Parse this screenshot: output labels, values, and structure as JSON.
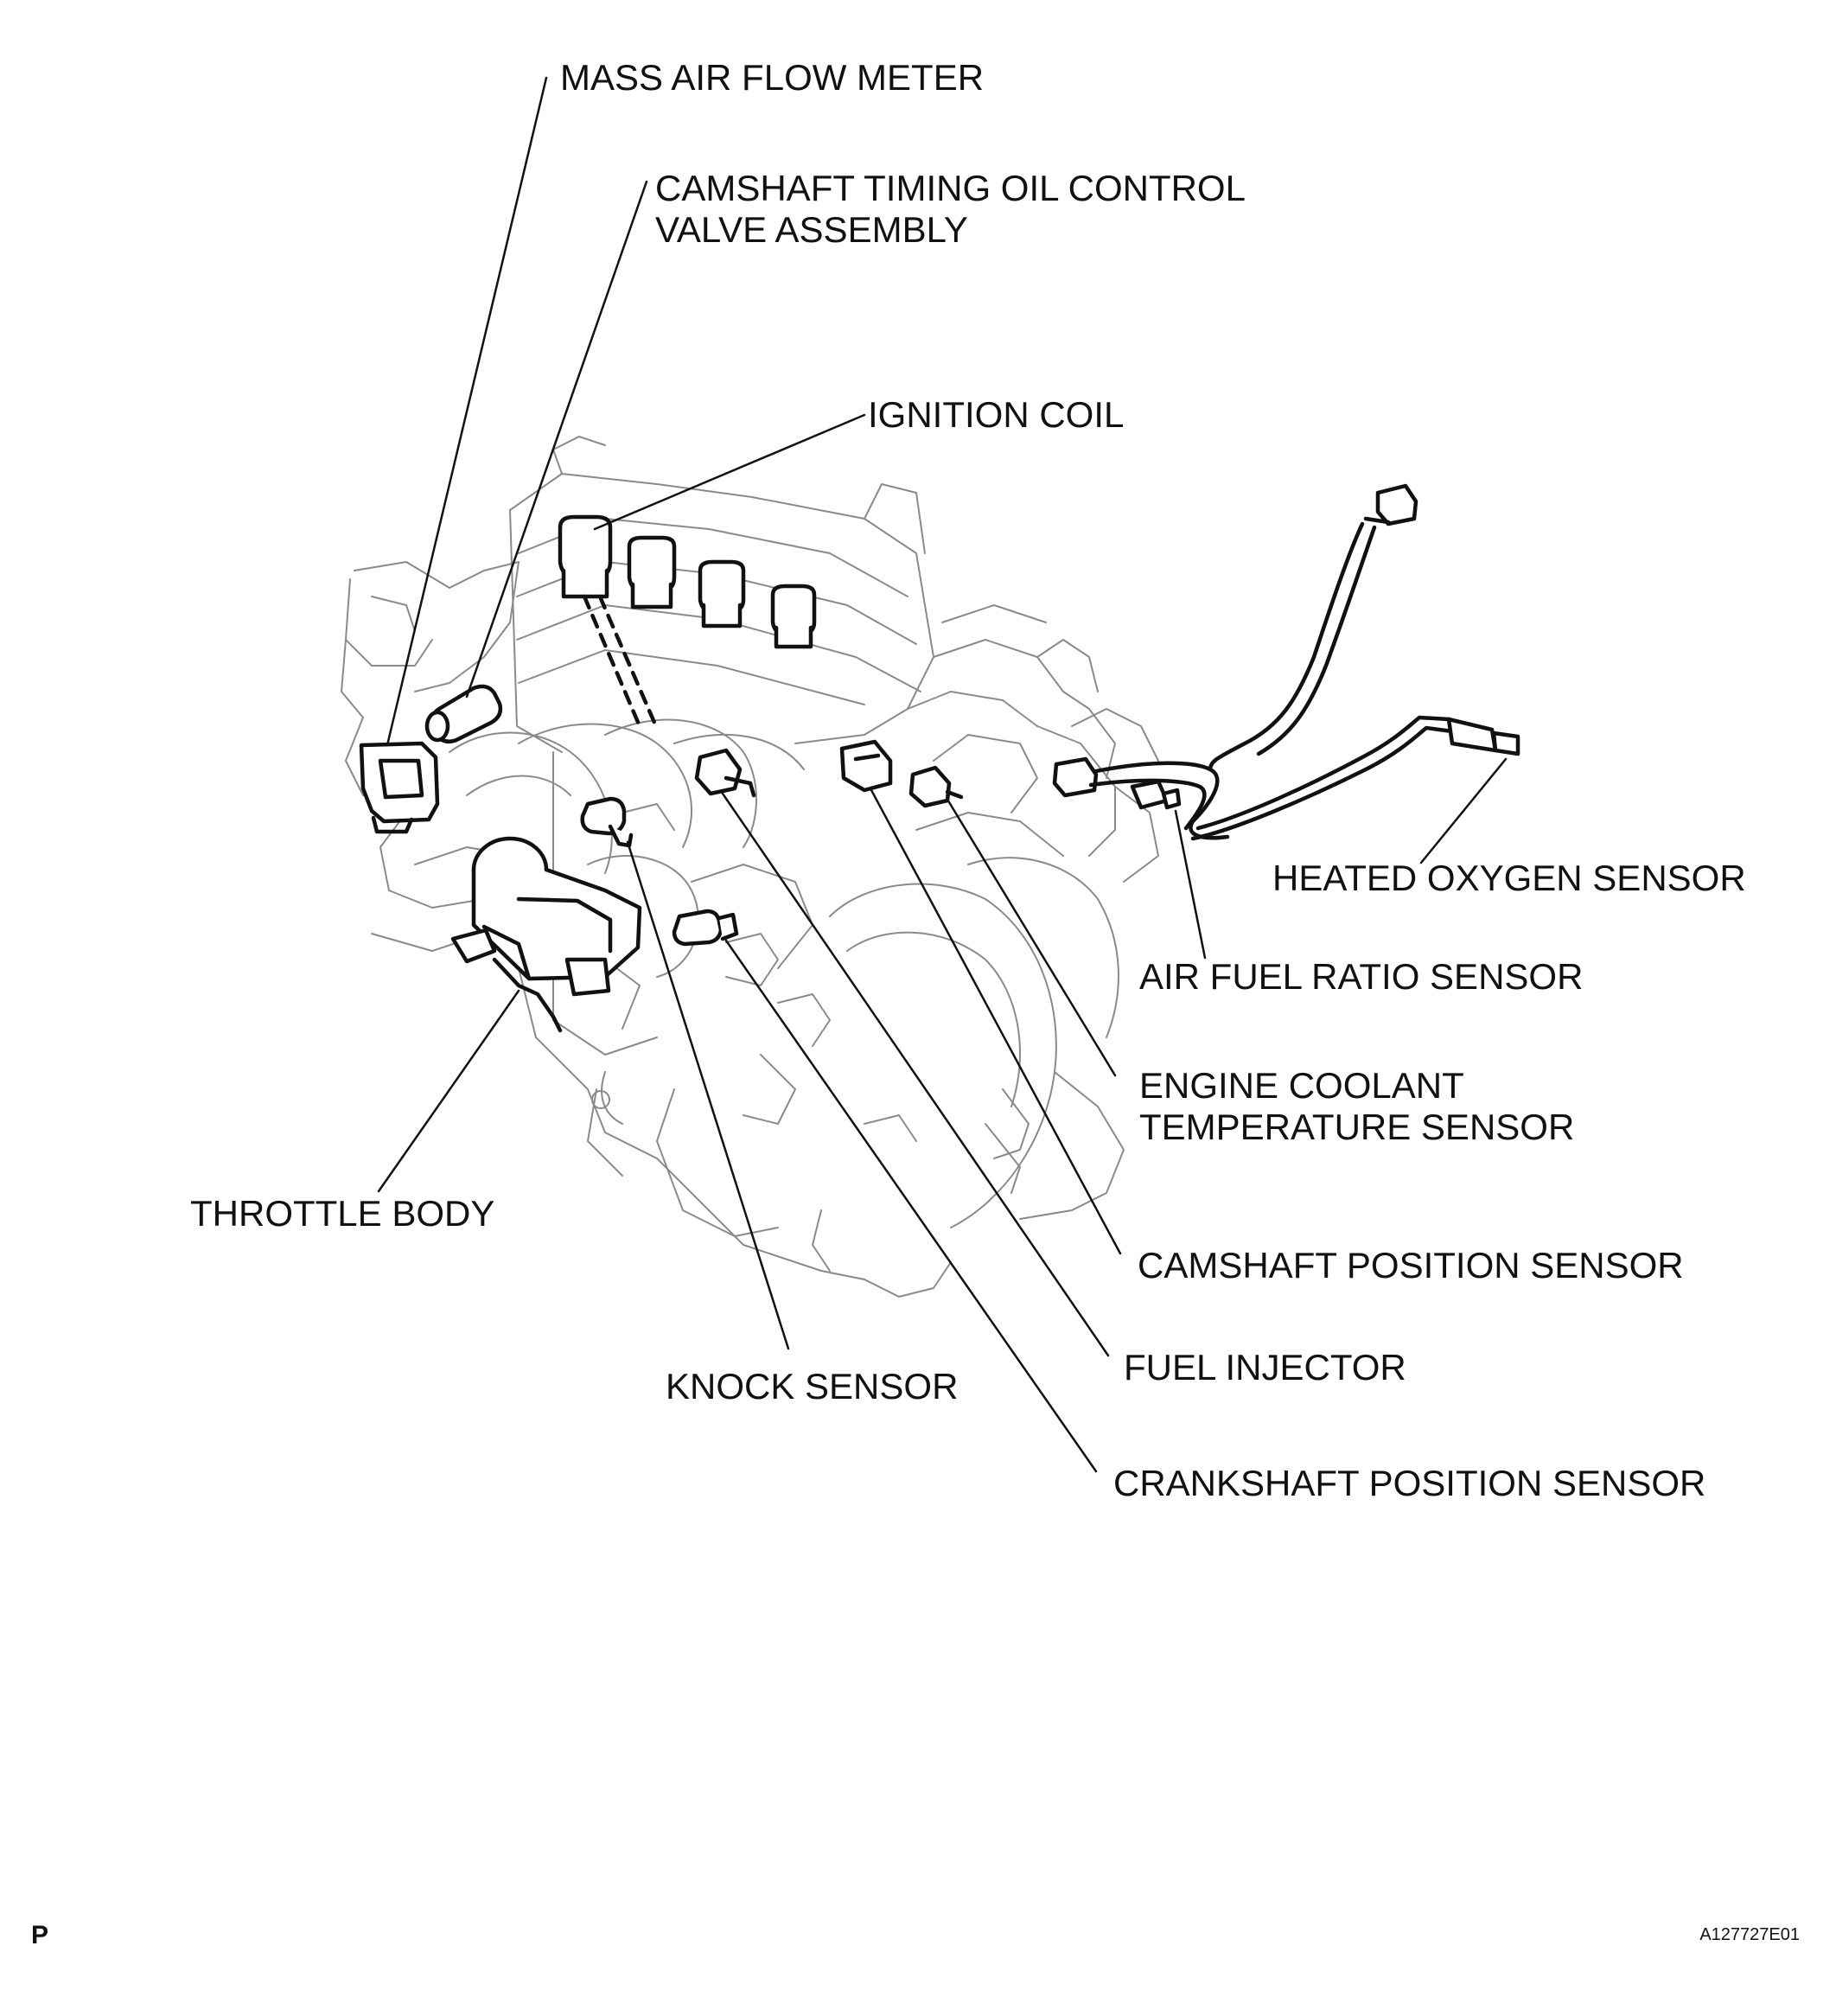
{
  "labels": {
    "mass_air_flow_meter": [
      "MASS AIR FLOW METER"
    ],
    "camshaft_timing_oil_control_valve": [
      "CAMSHAFT TIMING OIL CONTROL",
      "VALVE ASSEMBLY"
    ],
    "ignition_coil": [
      "IGNITION COIL"
    ],
    "heated_oxygen_sensor": [
      "HEATED OXYGEN SENSOR"
    ],
    "air_fuel_ratio_sensor": [
      "AIR FUEL RATIO SENSOR"
    ],
    "engine_coolant_temperature_sensor": [
      "ENGINE COOLANT",
      "TEMPERATURE SENSOR"
    ],
    "throttle_body": [
      "THROTTLE BODY"
    ],
    "camshaft_position_sensor": [
      "CAMSHAFT POSITION SENSOR"
    ],
    "fuel_injector": [
      "FUEL INJECTOR"
    ],
    "knock_sensor": [
      "KNOCK SENSOR"
    ],
    "crankshaft_position_sensor": [
      "CRANKSHAFT POSITION SENSOR"
    ]
  },
  "corner_mark": "P",
  "figure_code": "A127727E01"
}
